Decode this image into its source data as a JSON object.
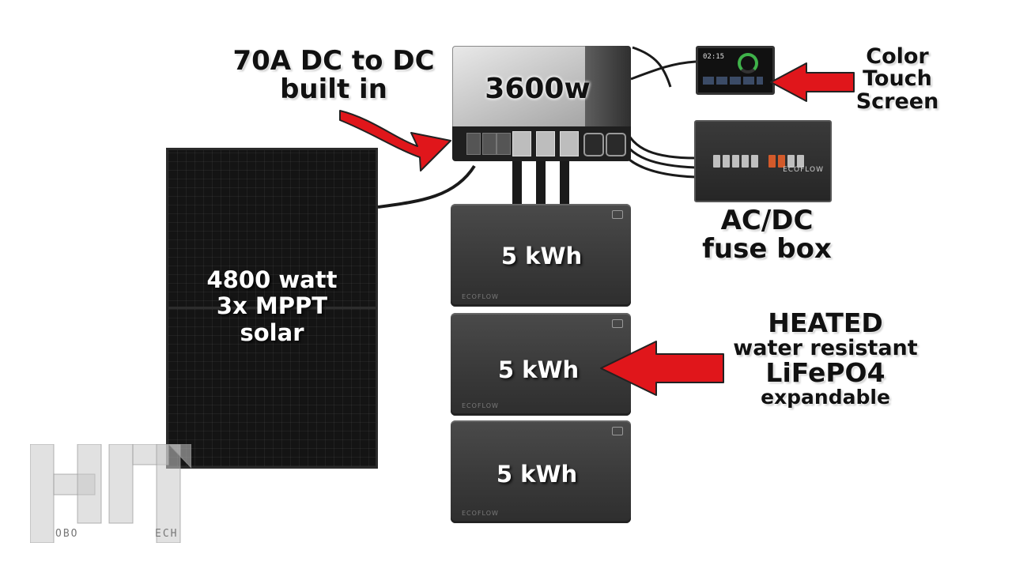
{
  "labels": {
    "dc_to_dc_line1": "70A DC to DC",
    "dc_to_dc_line2": "built in",
    "inverter": "3600w",
    "touch_line1": "Color",
    "touch_line2": "Touch",
    "touch_line3": "Screen",
    "fuse_line1": "AC/DC",
    "fuse_line2": "fuse box",
    "solar_line1": "4800 watt",
    "solar_line2": "3x MPPT",
    "solar_line3": "solar",
    "battery_1": "5 kWh",
    "battery_2": "5 kWh",
    "battery_3": "5 kWh",
    "heated": "HEATED",
    "water_resistant": "water resistant",
    "chemistry": "LiFePO4",
    "expandable": "expandable"
  },
  "device_marks": {
    "brand": "ECOFLOW",
    "screen_value": "02:15"
  },
  "logo": {
    "left_text": "OBO",
    "right_text": "ECH"
  },
  "colors": {
    "arrow_red": "#e0161b",
    "background": "#ffffff"
  }
}
